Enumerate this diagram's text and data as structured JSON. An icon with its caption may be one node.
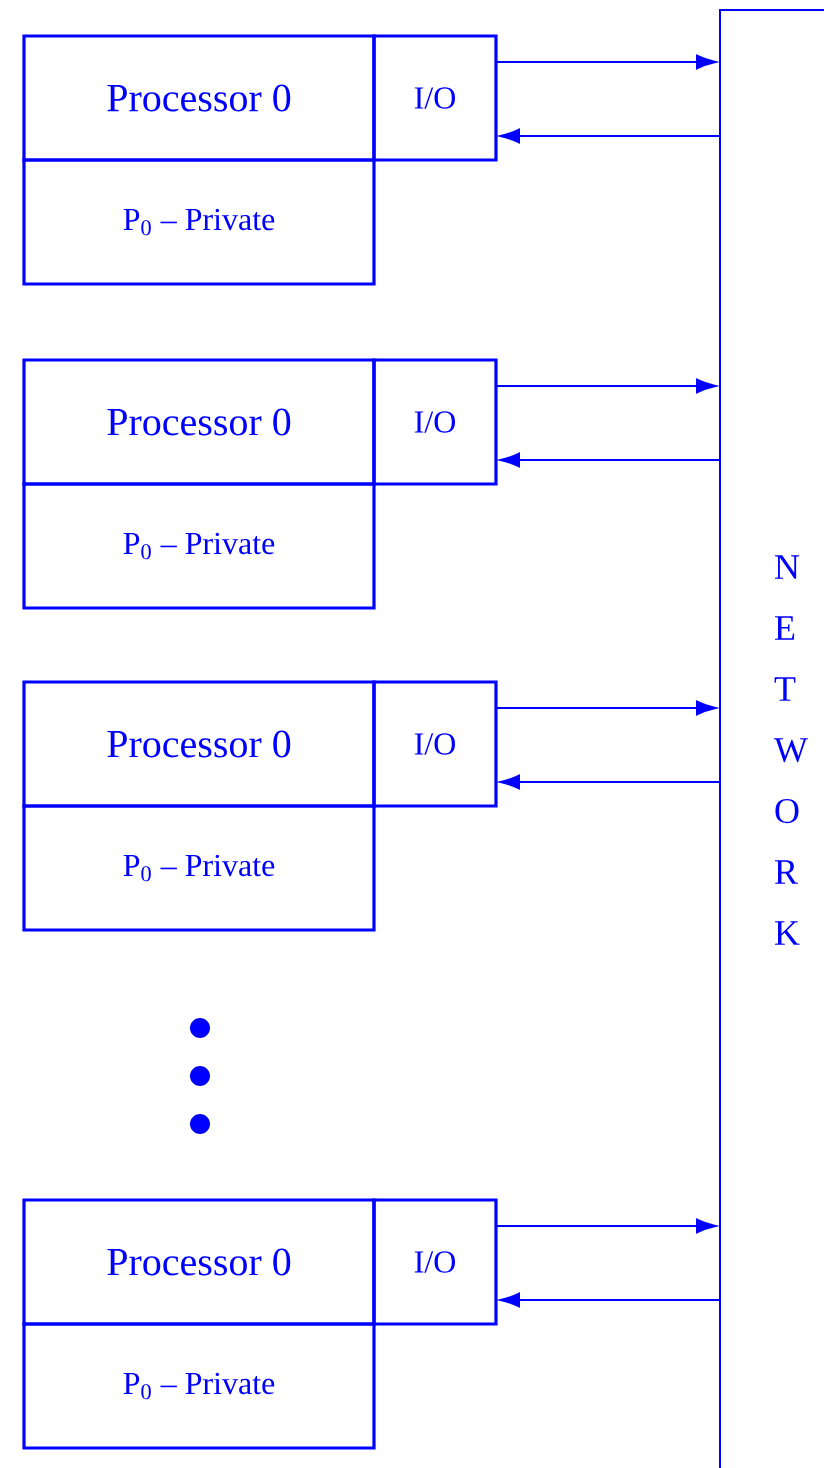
{
  "diagram": {
    "nodes": [
      {
        "text": [
          "Processor 0"
        ]
      },
      {
        "text": [
          "I/O"
        ]
      },
      {
        "text": [
          "P$_{0}$ – Private"
        ]
      },
      {
        "text": [
          "Processor 0"
        ]
      },
      {
        "text": [
          "I/O"
        ]
      },
      {
        "text": [
          "P$_{0}$ – Private"
        ]
      },
      {
        "text": [
          "Processor 0"
        ]
      },
      {
        "text": [
          "I/O"
        ]
      },
      {
        "text": [
          "P$_{0}$ – Private"
        ]
      },
      {
        "text": [
          "Processor 0"
        ]
      },
      {
        "text": [
          "I/O"
        ]
      },
      {
        "text": [
          "P$_{0}$ – Private"
        ]
      },
      {
        "text": [
          "N E T W O R K"
        ]
      }
    ],
    "edges": [
      {
        "from": 1,
        "to": 12,
        "arrow": "to"
      },
      {
        "from": 12,
        "to": 1,
        "arrow": "to"
      },
      {
        "from": 4,
        "to": 12,
        "arrow": "to"
      },
      {
        "from": 12,
        "to": 4,
        "arrow": "to"
      },
      {
        "from": 7,
        "to": 12,
        "arrow": "to"
      },
      {
        "from": 12,
        "to": 7,
        "arrow": "to"
      },
      {
        "from": 10,
        "to": 12,
        "arrow": "to"
      },
      {
        "from": 12,
        "to": 10,
        "arrow": "to"
      }
    ]
  }
}
